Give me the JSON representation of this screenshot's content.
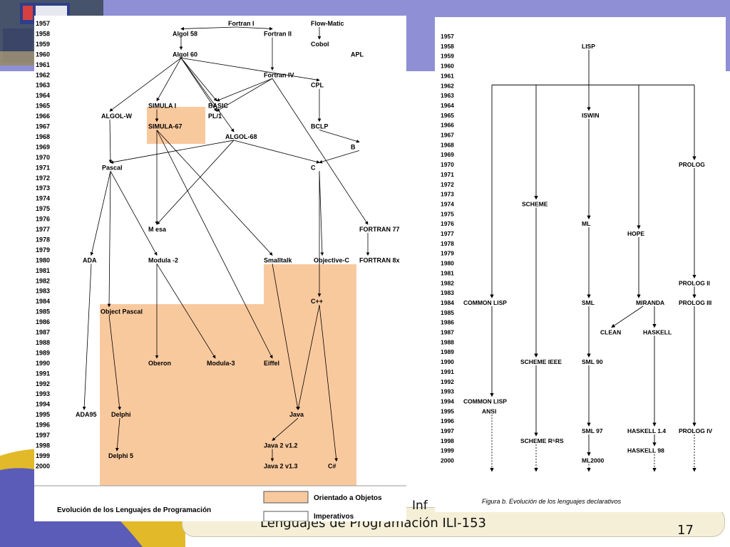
{
  "footer": {
    "course": "Lenguajes de Programación ILI-153",
    "partial": "Inf",
    "page": "17"
  },
  "left_diagram": {
    "years": [
      "1957",
      "1958",
      "1959",
      "1960",
      "1961",
      "1962",
      "1963",
      "1964",
      "1965",
      "1966",
      "1967",
      "1968",
      "1969",
      "1970",
      "1971",
      "1972",
      "1973",
      "1974",
      "1975",
      "1976",
      "1977",
      "1978",
      "1979",
      "1980",
      "1981",
      "1982",
      "1983",
      "1984",
      "1985",
      "1986",
      "1987",
      "1988",
      "1989",
      "1990",
      "1991",
      "1992",
      "1993",
      "1994",
      "1995",
      "1996",
      "1997",
      "1998",
      "1999",
      "2000"
    ],
    "nodes": [
      {
        "id": "fortran1",
        "label": "Fortran I",
        "year": "1957"
      },
      {
        "id": "flowmatic",
        "label": "Flow-Matic",
        "year": "1957"
      },
      {
        "id": "algol58",
        "label": "Algol 58",
        "year": "1958"
      },
      {
        "id": "fortran2",
        "label": "Fortran II",
        "year": "1958"
      },
      {
        "id": "cobol",
        "label": "Cobol",
        "year": "1959"
      },
      {
        "id": "algol60",
        "label": "Algol 60",
        "year": "1960"
      },
      {
        "id": "apl",
        "label": "APL",
        "year": "1960"
      },
      {
        "id": "fortran4",
        "label": "Fortran IV",
        "year": "1962"
      },
      {
        "id": "cpl",
        "label": "CPL",
        "year": "1963"
      },
      {
        "id": "simula1",
        "label": "SIMULA I",
        "year": "1965"
      },
      {
        "id": "basic",
        "label": "BASIC",
        "year": "1965"
      },
      {
        "id": "algolw",
        "label": "ALGOL-W",
        "year": "1966"
      },
      {
        "id": "pl1",
        "label": "PL/1",
        "year": "1966"
      },
      {
        "id": "simula67",
        "label": "SIMULA-67",
        "year": "1967"
      },
      {
        "id": "bclp",
        "label": "BCLP",
        "year": "1967"
      },
      {
        "id": "algol68",
        "label": "ALGOL-68",
        "year": "1968"
      },
      {
        "id": "b",
        "label": "B",
        "year": "1969"
      },
      {
        "id": "pascal",
        "label": "Pascal",
        "year": "1971"
      },
      {
        "id": "c",
        "label": "C",
        "year": "1971"
      },
      {
        "id": "mesa",
        "label": "M esa",
        "year": "1977"
      },
      {
        "id": "fortran77",
        "label": "FORTRAN 77",
        "year": "1977"
      },
      {
        "id": "ada",
        "label": "ADA",
        "year": "1980"
      },
      {
        "id": "modula2",
        "label": "Modula -2",
        "year": "1980"
      },
      {
        "id": "smalltalk",
        "label": "Smalltalk",
        "year": "1980"
      },
      {
        "id": "objc",
        "label": "Objective-C",
        "year": "1980"
      },
      {
        "id": "fortran8x",
        "label": "FORTRAN 8x",
        "year": "1980"
      },
      {
        "id": "cpp",
        "label": "C++",
        "year": "1984"
      },
      {
        "id": "objpascal",
        "label": "Object Pascal",
        "year": "1985"
      },
      {
        "id": "oberon",
        "label": "Oberon",
        "year": "1990"
      },
      {
        "id": "modula3",
        "label": "Modula-3",
        "year": "1990"
      },
      {
        "id": "eiffel",
        "label": "Eiffel",
        "year": "1990"
      },
      {
        "id": "ada95",
        "label": "ADA95",
        "year": "1995"
      },
      {
        "id": "delphi",
        "label": "Delphi",
        "year": "1995"
      },
      {
        "id": "java",
        "label": "Java",
        "year": "1995"
      },
      {
        "id": "delphi5",
        "label": "Delphi 5",
        "year": "1999"
      },
      {
        "id": "java12",
        "label": "Java 2 v1.2",
        "year": "1998"
      },
      {
        "id": "java13",
        "label": "Java 2 v1.3",
        "year": "2000"
      },
      {
        "id": "csharp",
        "label": "C#",
        "year": "2000"
      }
    ],
    "caption": "Evolución de los Lenguajes de Programación",
    "legend_oo": "Orientado a Objetos",
    "legend_imp": "Imperativos",
    "oo_color": "#f9c99e"
  },
  "right_diagram": {
    "years": [
      "1957",
      "1958",
      "1959",
      "1960",
      "1961",
      "1962",
      "1963",
      "1964",
      "1965",
      "1966",
      "1967",
      "1968",
      "1969",
      "1970",
      "1971",
      "1972",
      "1973",
      "1974",
      "1975",
      "1976",
      "1977",
      "1978",
      "1979",
      "1980",
      "1981",
      "1982",
      "1983",
      "1984",
      "1985",
      "1986",
      "1987",
      "1988",
      "1989",
      "1990",
      "1991",
      "1992",
      "1993",
      "1994",
      "1995",
      "1996",
      "1997",
      "1998",
      "1999",
      "2000"
    ],
    "nodes": [
      {
        "id": "lisp",
        "label": "LISP",
        "year": "1958"
      },
      {
        "id": "iswin",
        "label": "ISWIN",
        "year": "1965"
      },
      {
        "id": "prolog",
        "label": "PROLOG",
        "year": "1970"
      },
      {
        "id": "scheme",
        "label": "SCHEME",
        "year": "1974"
      },
      {
        "id": "ml",
        "label": "ML",
        "year": "1976"
      },
      {
        "id": "hope",
        "label": "HOPE",
        "year": "1977"
      },
      {
        "id": "prolog2",
        "label": "PROLOG II",
        "year": "1982"
      },
      {
        "id": "commonlisp",
        "label": "COMMON LISP",
        "year": "1984"
      },
      {
        "id": "sml",
        "label": "SML",
        "year": "1984"
      },
      {
        "id": "miranda",
        "label": "MIRANDA",
        "year": "1984"
      },
      {
        "id": "prolog3",
        "label": "PROLOG III",
        "year": "1984"
      },
      {
        "id": "clean",
        "label": "CLEAN",
        "year": "1987"
      },
      {
        "id": "haskell",
        "label": "HASKELL",
        "year": "1987"
      },
      {
        "id": "schemeieee",
        "label": "SCHEME IEEE",
        "year": "1990"
      },
      {
        "id": "sml90",
        "label": "SML 90",
        "year": "1990"
      },
      {
        "id": "commonlispansi1",
        "label": "COMMON LISP",
        "year": "1994"
      },
      {
        "id": "commonlispansi2",
        "label": "ANSI",
        "year": "1995"
      },
      {
        "id": "sml97",
        "label": "SML 97",
        "year": "1997"
      },
      {
        "id": "haskell14",
        "label": "HASKELL 1.4",
        "year": "1997"
      },
      {
        "id": "prolog4",
        "label": "PROLOG IV",
        "year": "1997"
      },
      {
        "id": "schemer5rs",
        "label": "SCHEME R⁵RS",
        "year": "1998"
      },
      {
        "id": "haskell98",
        "label": "HASKELL 98",
        "year": "1999"
      },
      {
        "id": "ml2000",
        "label": "ML2000",
        "year": "2000"
      }
    ],
    "caption": "Figura b. Evolución de los lenguajes declarativos"
  }
}
